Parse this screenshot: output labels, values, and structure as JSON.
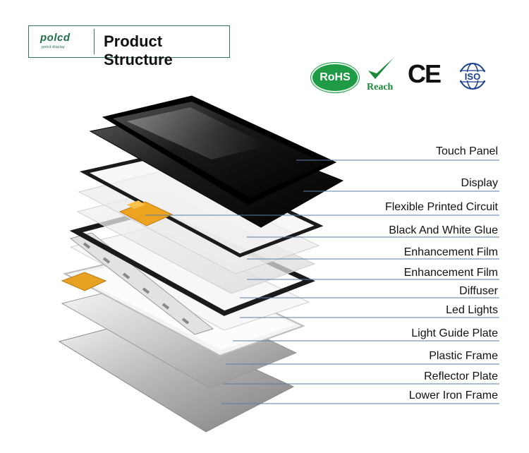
{
  "header": {
    "logo_text": "polcd",
    "logo_subtext": "polcd display",
    "title": "Product Structure"
  },
  "certifications": {
    "rohs": "RoHS",
    "reach": "Reach",
    "ce": "CE",
    "iso": "ISO"
  },
  "layers": [
    {
      "label": "Touch Panel"
    },
    {
      "label": "Display"
    },
    {
      "label": "Flexible Printed Circuit"
    },
    {
      "label": "Black And White Glue"
    },
    {
      "label": "Enhancement Film"
    },
    {
      "label": "Enhancement Film"
    },
    {
      "label": "Diffuser"
    },
    {
      "label": "Led Lights"
    },
    {
      "label": "Light Guide Plate"
    },
    {
      "label": "Plastic Frame"
    },
    {
      "label": "Reflector Plate"
    },
    {
      "label": "Lower Iron Frame"
    }
  ],
  "colors": {
    "brand_green": "#1f6e46",
    "rohs_green": "#1f9a45",
    "leader_line": "#5a7fa6",
    "fpc_orange": "#e89a1a"
  }
}
